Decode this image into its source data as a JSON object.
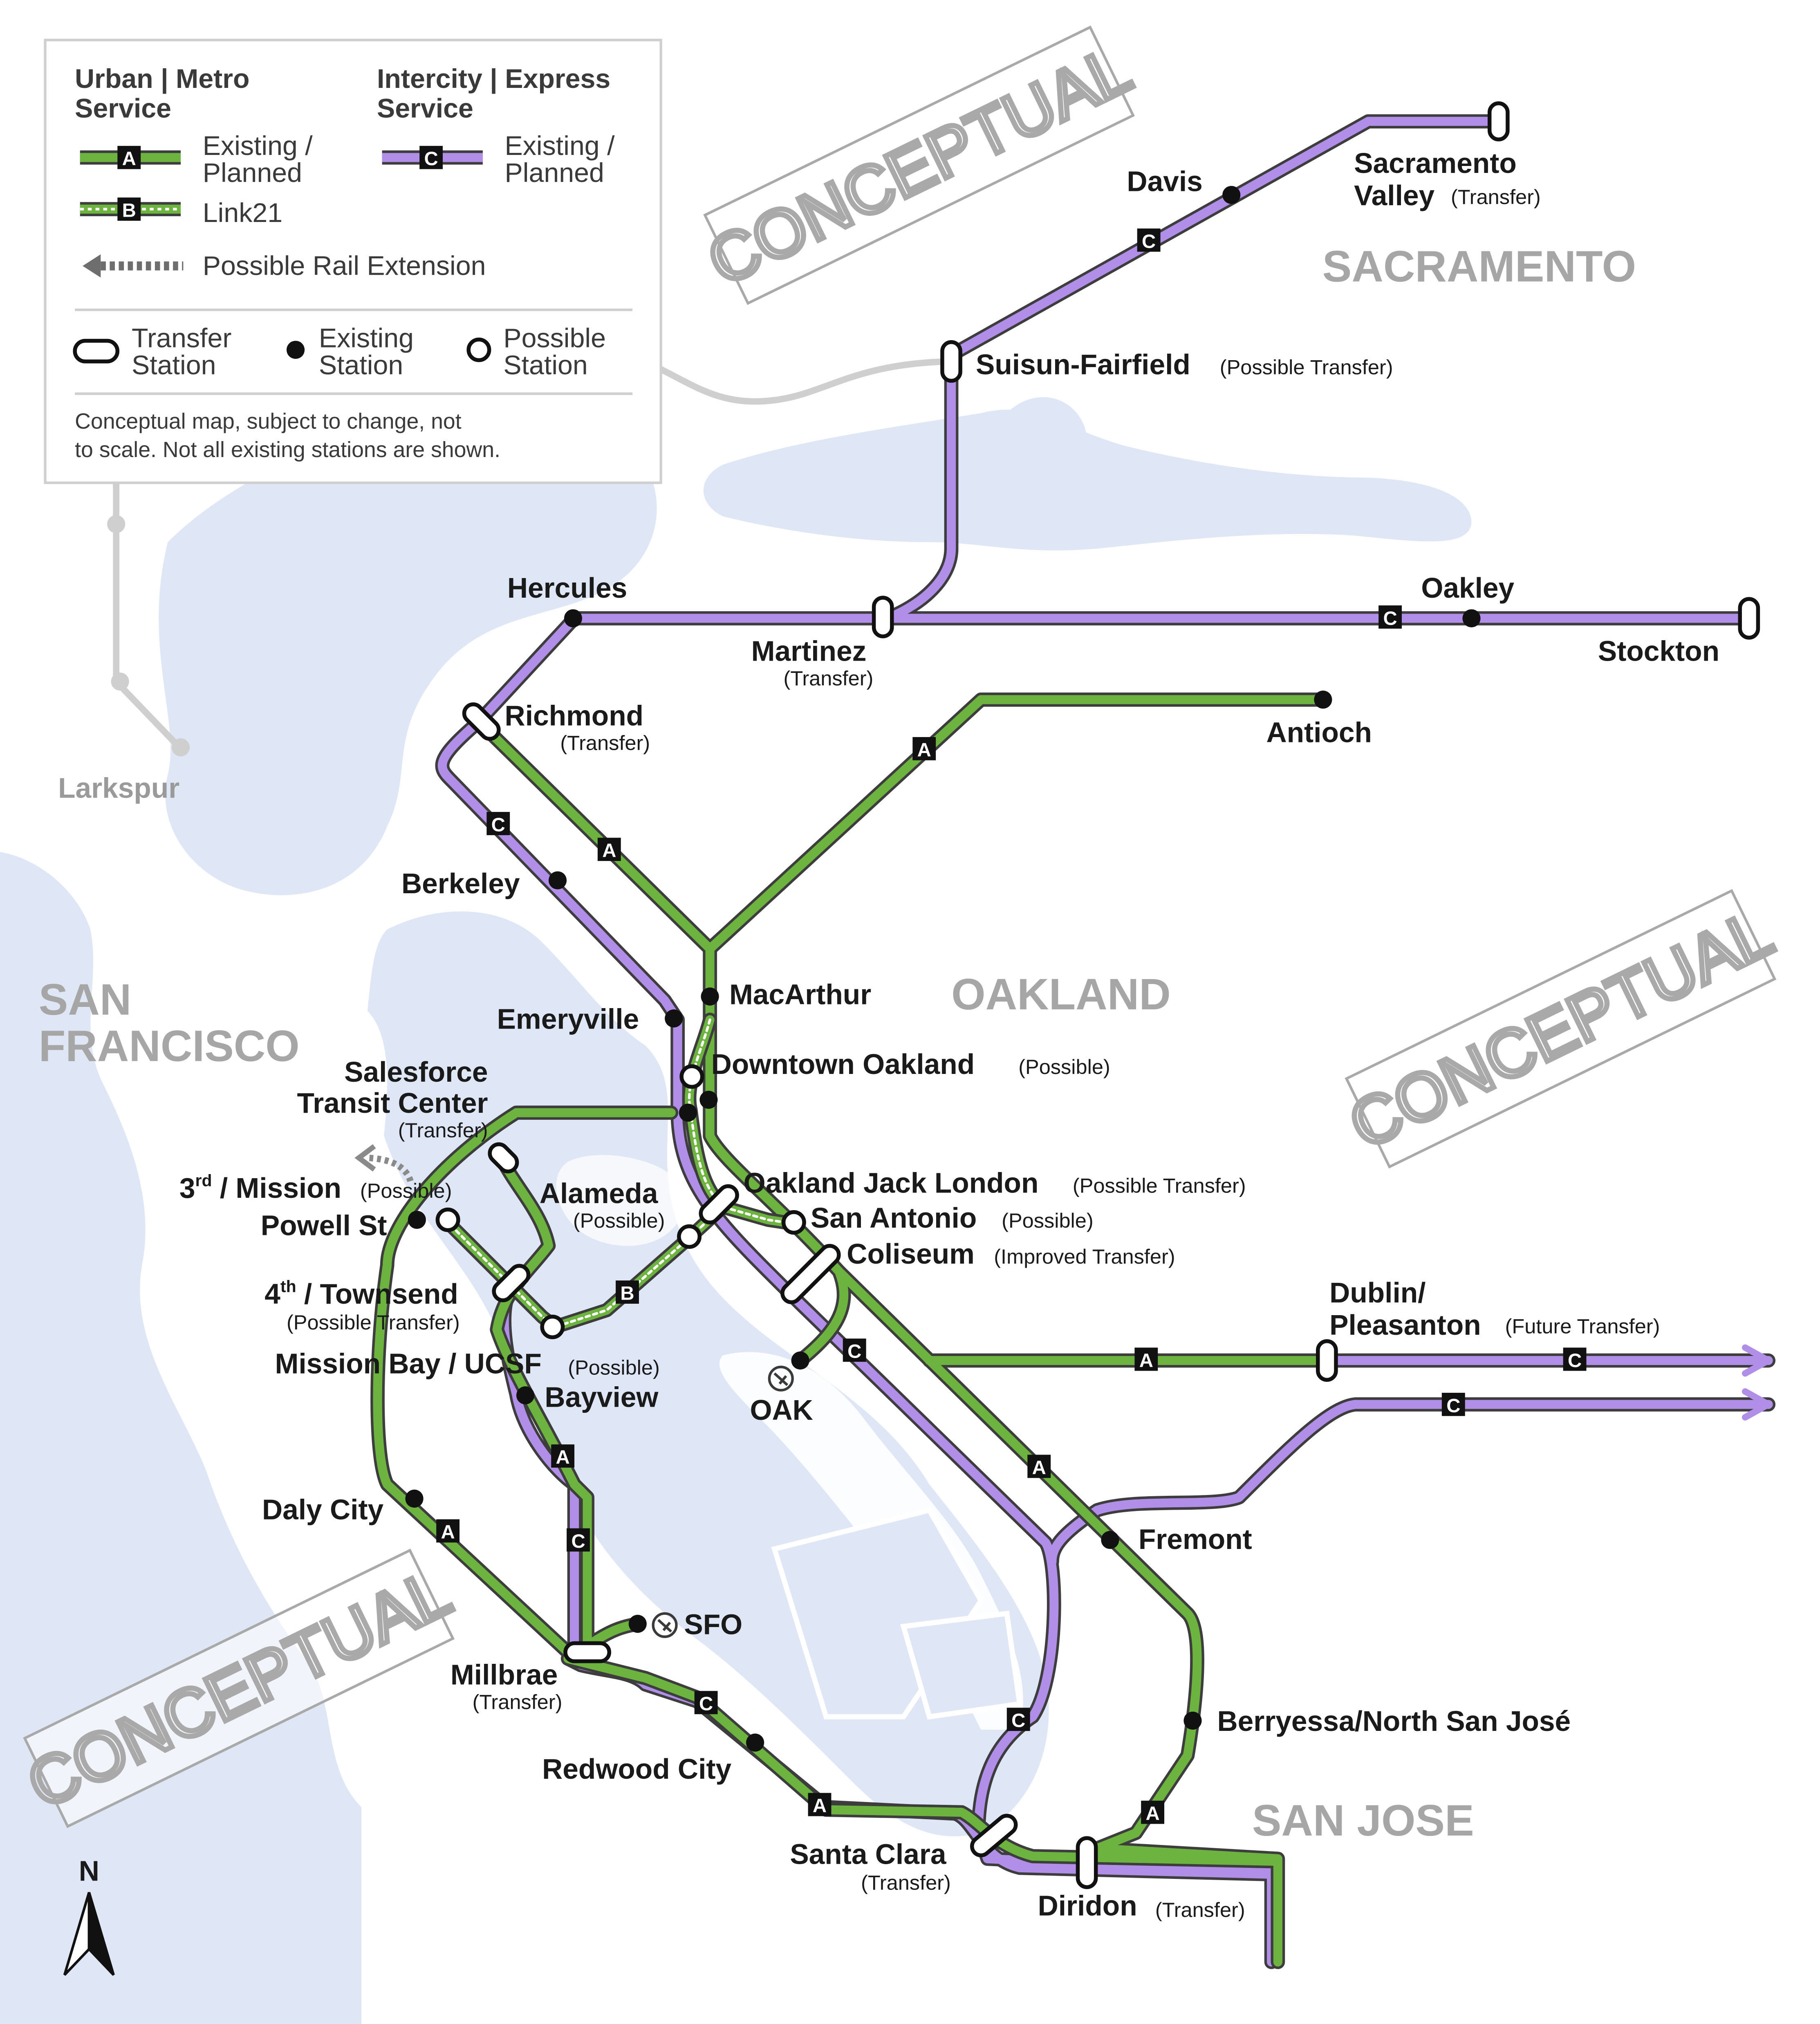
{
  "legend": {
    "urban_title": "Urban | Metro\nService",
    "intercity_title": "Intercity | Express\nService",
    "existing_planned": "Existing /\nPlanned",
    "link21": "Link21",
    "possible_rail_extension": "Possible Rail Extension",
    "transfer_station": "Transfer\nStation",
    "existing_station": "Existing\nStation",
    "possible_station": "Possible\nStation",
    "note": "Conceptual map, subject to change, not\nto scale. Not all existing stations are shown.",
    "badge_a": "A",
    "badge_b": "B",
    "badge_c": "C"
  },
  "watermark": "CONCEPTUAL",
  "regions": {
    "sacramento": "SACRAMENTO",
    "oakland": "OAKLAND",
    "san_francisco": "SAN\nFRANCISCO",
    "san_jose": "SAN JOSE"
  },
  "compass": "N",
  "colors": {
    "water": "#dfe7f6",
    "urban_green": "#6cb33f",
    "intercity_purple": "#b18ee8",
    "line_outline": "#3d3d3d",
    "gray_line": "#cfcfcf",
    "region_label": "#a6a6a6"
  },
  "stations": {
    "sacramento_valley": "Sacramento\nValley",
    "sacramento_valley_note": "(Transfer)",
    "davis": "Davis",
    "suisun": "Suisun-Fairfield",
    "suisun_note": "(Possible Transfer)",
    "hercules": "Hercules",
    "martinez": "Martinez",
    "martinez_note": "(Transfer)",
    "oakley": "Oakley",
    "stockton": "Stockton",
    "richmond": "Richmond",
    "richmond_note": "(Transfer)",
    "antioch": "Antioch",
    "larkspur": "Larkspur",
    "berkeley": "Berkeley",
    "macarthur": "MacArthur",
    "emeryville": "Emeryville",
    "downtown_oakland": "Downtown Oakland",
    "downtown_oakland_note": "(Possible)",
    "salesforce": "Salesforce\nTransit Center",
    "salesforce_note": "(Transfer)",
    "third_mission": "3rd / Mission",
    "third_mission_note": "(Possible)",
    "powell": "Powell St",
    "alameda": "Alameda",
    "alameda_note": "(Possible)",
    "jack_london": "Oakland Jack London",
    "jack_london_note": "(Possible Transfer)",
    "san_antonio": "San Antonio",
    "san_antonio_note": "(Possible)",
    "coliseum": "Coliseum",
    "coliseum_note": "(Improved Transfer)",
    "fourth_townsend": "4th / Townsend",
    "fourth_townsend_note": "(Possible Transfer)",
    "dublin": "Dublin/\nPleasanton",
    "dublin_note": "(Future Transfer)",
    "mission_bay": "Mission Bay / UCSF",
    "mission_bay_note": "(Possible)",
    "bayview": "Bayview",
    "oak": "OAK",
    "daly_city": "Daly City",
    "fremont": "Fremont",
    "sfo": "SFO",
    "millbrae": "Millbrae",
    "millbrae_note": "(Transfer)",
    "berryessa": "Berryessa/North San José",
    "redwood_city": "Redwood City",
    "santa_clara": "Santa Clara",
    "santa_clara_note": "(Transfer)",
    "diridon": "Diridon",
    "diridon_note": "(Transfer)"
  }
}
